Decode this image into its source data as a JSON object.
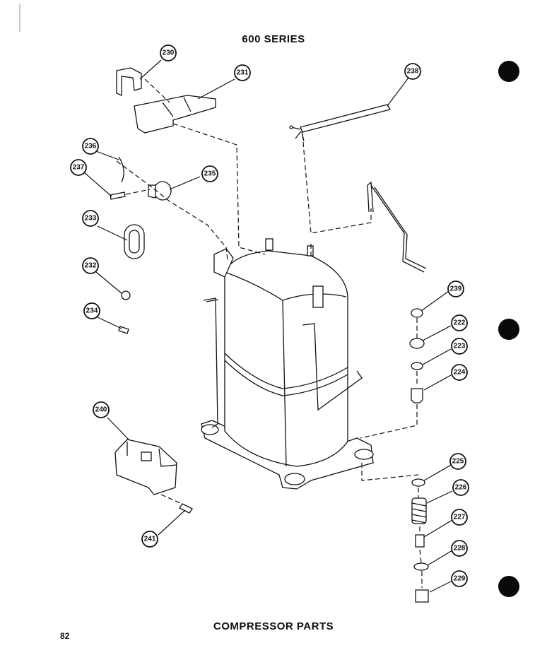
{
  "header": {
    "series_title": "600 SERIES"
  },
  "footer": {
    "section_title": "COMPRESSOR PARTS",
    "page_number": "82"
  },
  "callouts": [
    "230",
    "231",
    "238",
    "236",
    "237",
    "235",
    "233",
    "232",
    "234",
    "239",
    "222",
    "223",
    "224",
    "240",
    "225",
    "226",
    "227",
    "241",
    "228",
    "229"
  ]
}
